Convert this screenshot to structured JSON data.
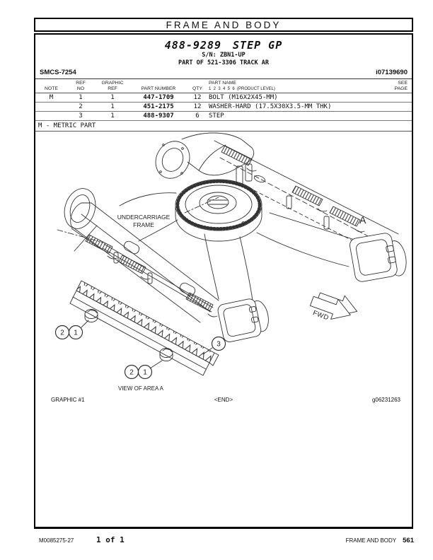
{
  "header": {
    "section_title": "FRAME AND BODY",
    "part_number": "488-9289",
    "part_title": "STEP GP",
    "serial_range": "S/N: ZBN1-UP",
    "part_of": "PART OF 521-3306 TRACK AR",
    "smcs_code": "SMCS-7254",
    "doc_id": "i07139690"
  },
  "table": {
    "col_headers": {
      "note": "NOTE",
      "ref_no_1": "REF",
      "ref_no_2": "NO",
      "graphic_1": "GRAPHIC",
      "graphic_2": "REF",
      "part_number": "PART NUMBER",
      "qty": "QTY",
      "part_name": "PART NAME",
      "part_name_sub": "1  2  3  4  5  6  (PRODUCT LEVEL)",
      "see_1": "SEE",
      "see_2": "PAGE"
    },
    "rows": [
      {
        "note": "M",
        "ref_no": "1",
        "graphic_ref": "1",
        "part_number": "447-1709",
        "qty": "12",
        "part_name": "BOLT (M16X2X45-MM)",
        "see_page": ""
      },
      {
        "note": "",
        "ref_no": "2",
        "graphic_ref": "1",
        "part_number": "451-2175",
        "qty": "12",
        "part_name": "WASHER-HARD (17.5X30X3.5-MM THK)",
        "see_page": ""
      },
      {
        "note": "",
        "ref_no": "3",
        "graphic_ref": "1",
        "part_number": "488-9307",
        "qty": "6",
        "part_name": "STEP",
        "see_page": ""
      }
    ],
    "footnote": "M - METRIC PART"
  },
  "diagram": {
    "frame_label_1": "UNDERCARRIAGE",
    "frame_label_2": "FRAME",
    "area_letter": "A",
    "fwd": "FWD",
    "view_caption": "VIEW OF AREA A",
    "callouts": {
      "one": "1",
      "two": "2",
      "three": "3"
    },
    "caption_left": "GRAPHIC #1",
    "caption_center": "<END>",
    "caption_right": "g06231263"
  },
  "footer": {
    "doc_number": "M0085275-27",
    "page_count": "1 of 1",
    "section": "FRAME AND BODY",
    "page_number": "561"
  }
}
